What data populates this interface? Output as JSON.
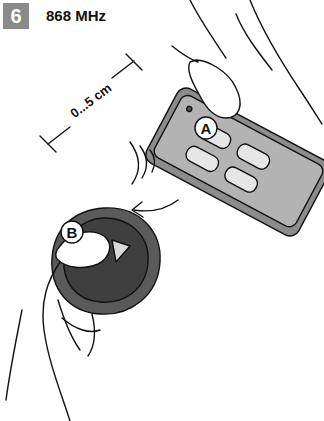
{
  "diagram": {
    "nodes": [
      {
        "text": [
          "6"
        ]
      },
      {
        "text": [
          "A"
        ]
      },
      {
        "text": [
          "B"
        ]
      }
    ],
    "labels": [
      "868 MHz",
      "0...5 cm"
    ]
  }
}
